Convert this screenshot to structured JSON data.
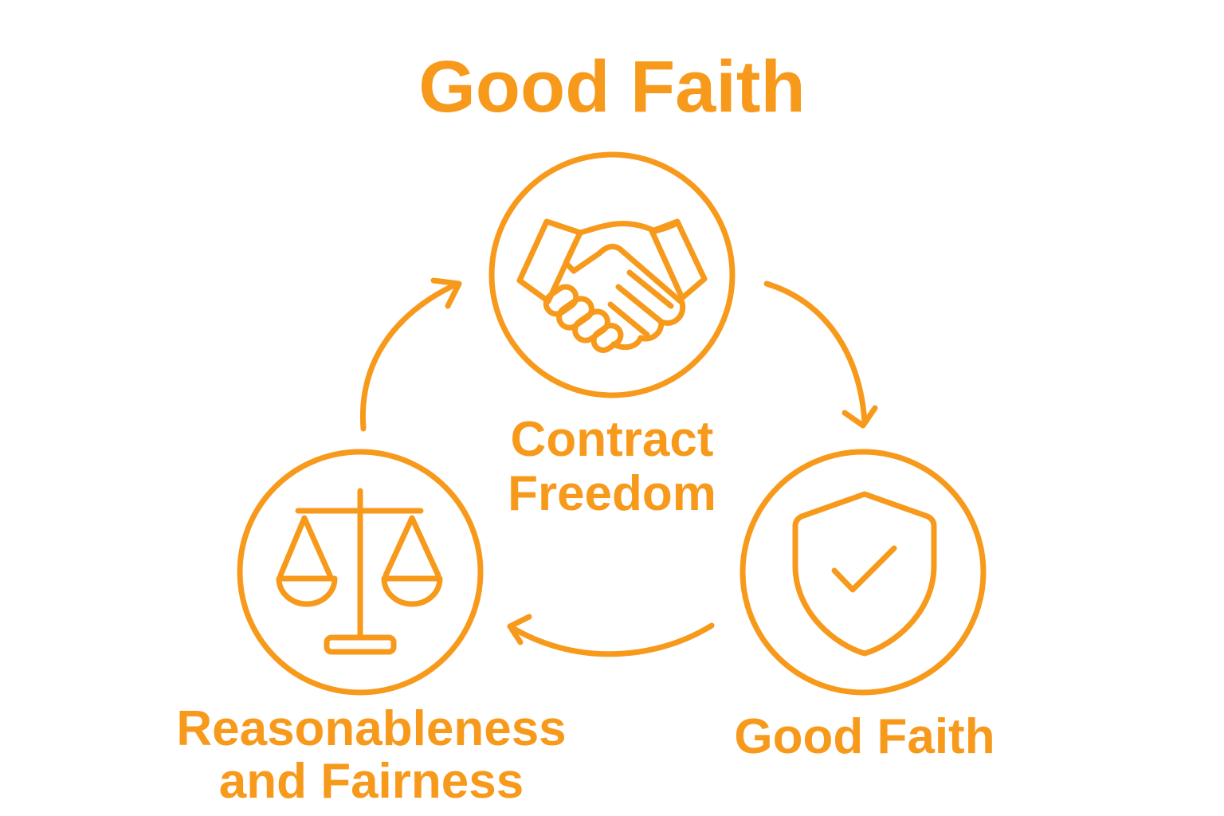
{
  "title": "Good Faith",
  "accent_color": "#F79A1C",
  "background_color": "#FFFFFF",
  "nodes": [
    {
      "id": "contract-freedom",
      "icon": "handshake-icon",
      "label_lines": [
        "Contract",
        "Freedom"
      ]
    },
    {
      "id": "good-faith",
      "icon": "shield-check-icon",
      "label_lines": [
        "Good Faith"
      ]
    },
    {
      "id": "reasonableness-fairness",
      "icon": "scales-of-justice-icon",
      "label_lines": [
        "Reasonableness",
        "and Fairness"
      ]
    }
  ],
  "cycle_direction": "clockwise"
}
